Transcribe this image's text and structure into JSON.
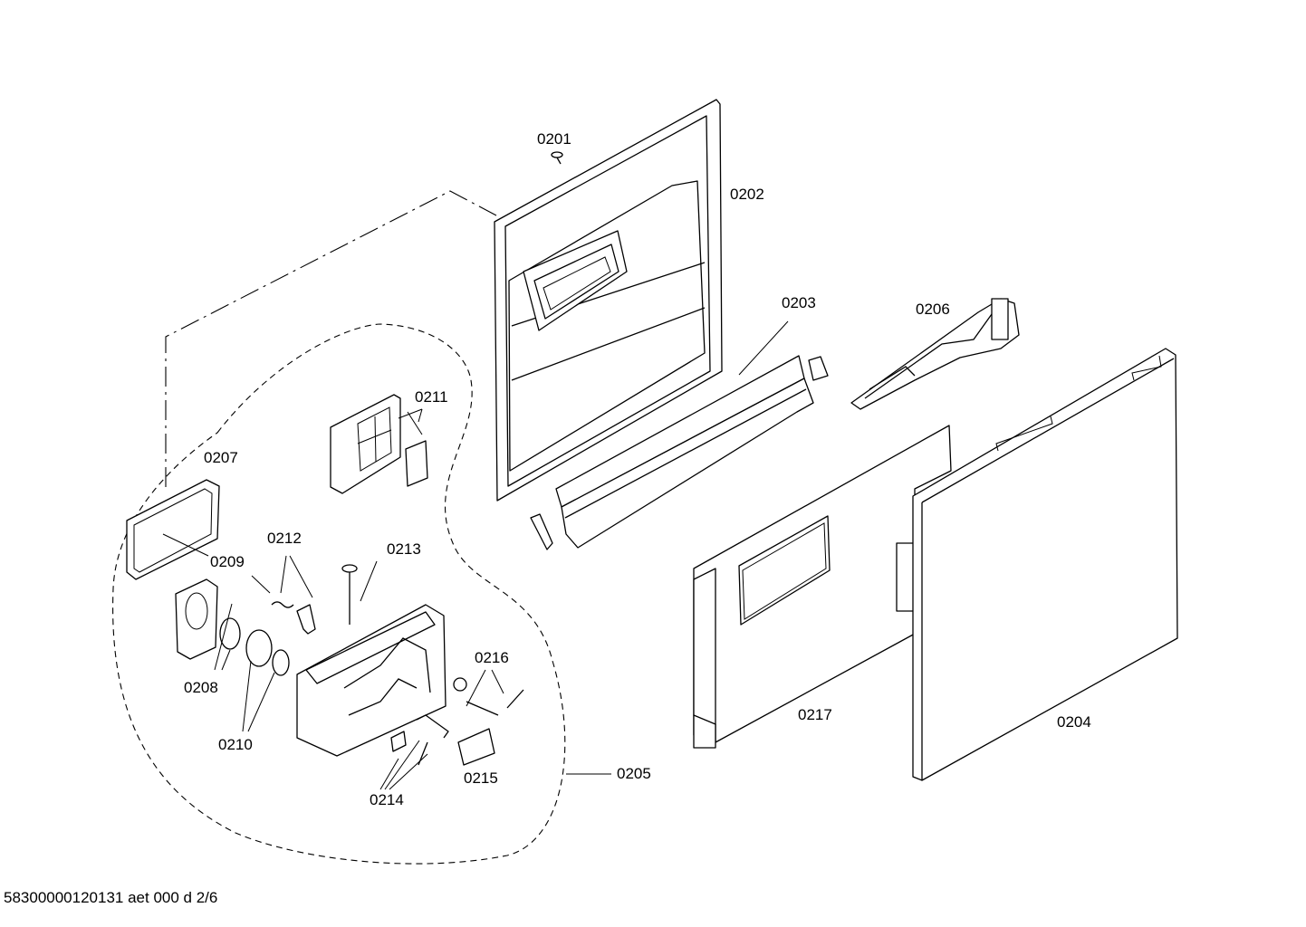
{
  "diagram": {
    "document_code": "58300000120131 aet 000 d 2/6",
    "labels": {
      "p0201": "0201",
      "p0202": "0202",
      "p0203": "0203",
      "p0204": "0204",
      "p0205": "0205",
      "p0206": "0206",
      "p0207": "0207",
      "p0208": "0208",
      "p0209": "0209",
      "p0210": "0210",
      "p0211": "0211",
      "p0212": "0212",
      "p0213": "0213",
      "p0214": "0214",
      "p0215": "0215",
      "p0216": "0216",
      "p0217": "0217"
    }
  }
}
